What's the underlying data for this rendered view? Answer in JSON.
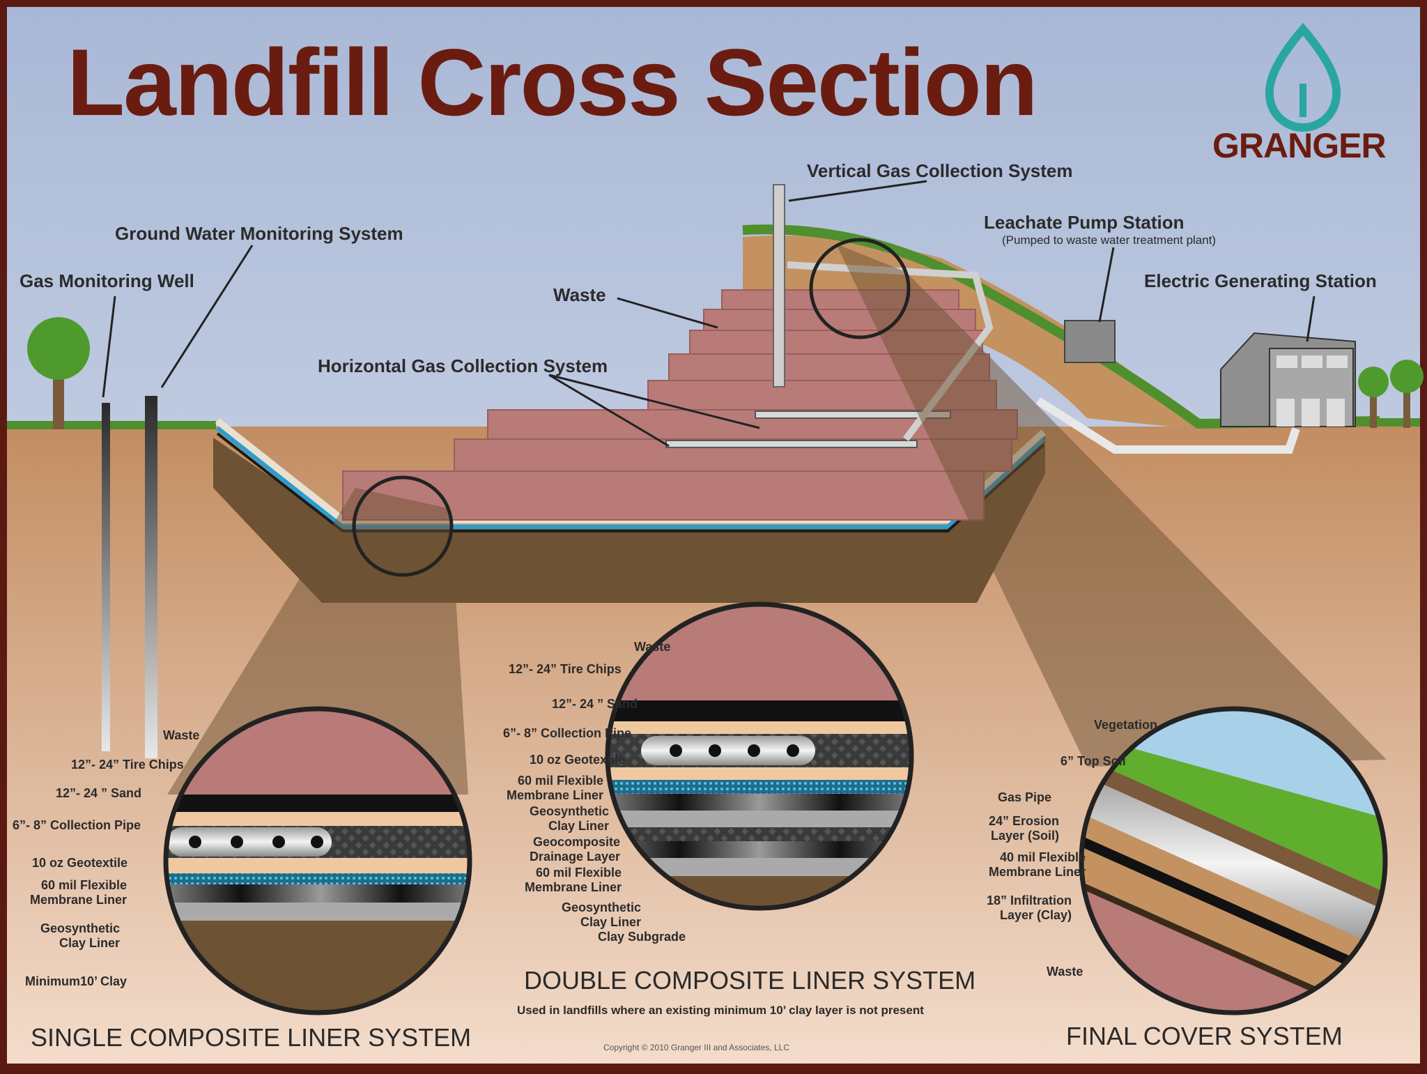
{
  "title": "Landfill Cross Section",
  "brand": {
    "name": "GRANGER",
    "logo_icon": "leaf-drop-icon",
    "logo_color": "#2aa6a0"
  },
  "colors": {
    "title": "#6b1c10",
    "sky": "#b9c5dd",
    "soil": "#c8956a",
    "waste": "#b87b78",
    "grass": "#4f8f2d",
    "frame": "#5a1a12"
  },
  "labels": {
    "vertical_gas": "Vertical Gas Collection System",
    "ground_water": "Ground Water Monitoring System",
    "leachate": "Leachate Pump Station",
    "leachate_note": "(Pumped to waste water treatment plant)",
    "gas_well": "Gas Monitoring Well",
    "electric": "Electric Generating Station",
    "waste": "Waste",
    "horizontal_gas": "Horizontal  Gas Collection System"
  },
  "single_liner": {
    "caption": "SINGLE COMPOSITE LINER SYSTEM",
    "layers": [
      "Waste",
      "12”- 24” Tire Chips",
      "12”- 24 ” Sand",
      "6”- 8” Collection Pipe",
      "10 oz Geotextile",
      "60 mil Flexible Membrane Liner",
      "Geosynthetic Clay Liner",
      "Minimum10’ Clay"
    ]
  },
  "double_liner": {
    "caption": "DOUBLE COMPOSITE LINER SYSTEM",
    "note": "Used in landfills where an existing minimum 10’ clay layer is not present",
    "layers": [
      "Waste",
      "12”- 24” Tire Chips",
      "12”- 24 ” Sand",
      "6”- 8” Collection Pipe",
      "10 oz Geotextile",
      "60 mil Flexible Membrane Liner",
      "Geosynthetic Clay Liner",
      "Geocomposite Drainage Layer",
      "60 mil Flexible Membrane Liner",
      "Geosynthetic Clay Liner",
      "Clay Subgrade"
    ]
  },
  "final_cover": {
    "caption": "FINAL COVER SYSTEM",
    "layers": [
      "Vegetation",
      "6” Top Soil",
      "Gas Pipe",
      "24” Erosion Layer (Soil)",
      "40 mil Flexible Membrane Liner",
      "18” Infiltration Layer (Clay)",
      "Waste"
    ]
  },
  "copyright": "Copyright © 2010 Granger III and Associates, LLC"
}
